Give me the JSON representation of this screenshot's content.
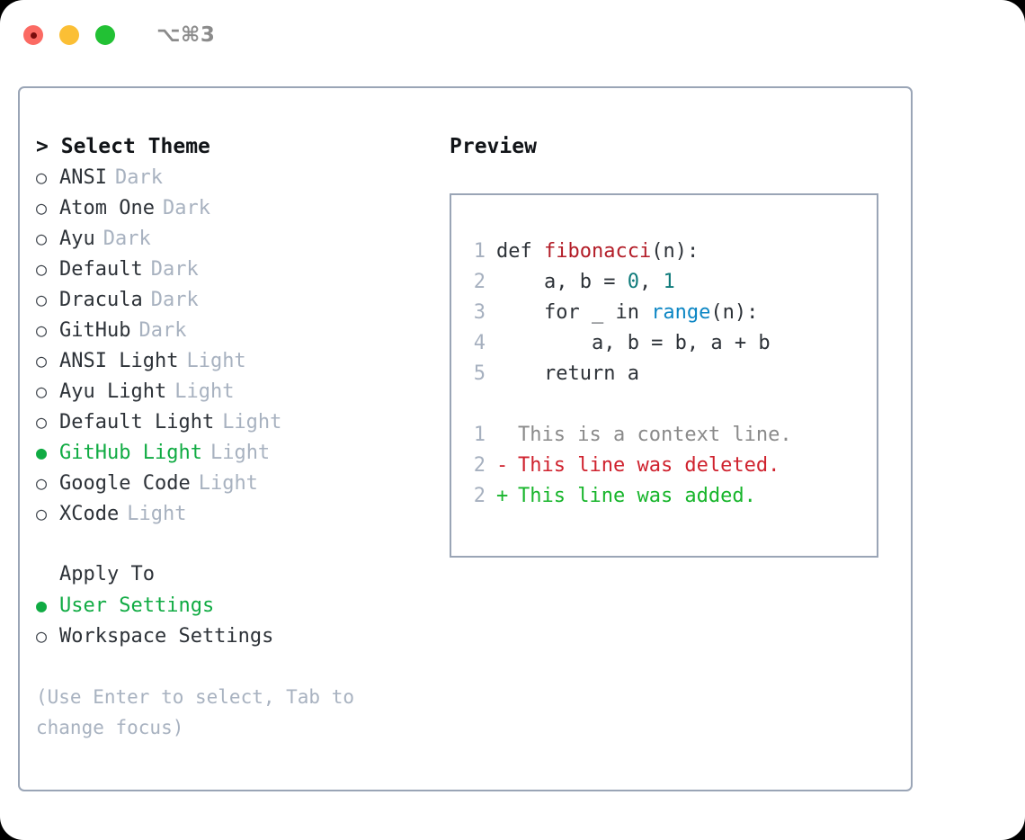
{
  "window": {
    "title": "⌥⌘3",
    "traffic_lights": [
      {
        "name": "close",
        "color": "#fb6a63"
      },
      {
        "name": "minimize",
        "color": "#fbbf35"
      },
      {
        "name": "maximize",
        "color": "#22c134"
      }
    ]
  },
  "theme_section": {
    "caret": ">",
    "header": "Select Theme",
    "selected_marker": "●",
    "unselected_marker": "○",
    "options": [
      {
        "marker": "○",
        "name": "ANSI",
        "category": "Dark",
        "selected": false
      },
      {
        "marker": "○",
        "name": "Atom One",
        "category": "Dark",
        "selected": false
      },
      {
        "marker": "○",
        "name": "Ayu",
        "category": "Dark",
        "selected": false
      },
      {
        "marker": "○",
        "name": "Default",
        "category": "Dark",
        "selected": false
      },
      {
        "marker": "○",
        "name": "Dracula",
        "category": "Dark",
        "selected": false
      },
      {
        "marker": "○",
        "name": "GitHub",
        "category": "Dark",
        "selected": false
      },
      {
        "marker": "○",
        "name": "ANSI Light",
        "category": "Light",
        "selected": false
      },
      {
        "marker": "○",
        "name": "Ayu Light",
        "category": "Light",
        "selected": false
      },
      {
        "marker": "○",
        "name": "Default Light",
        "category": "Light",
        "selected": false
      },
      {
        "marker": "●",
        "name": "GitHub Light",
        "category": "Light",
        "selected": true
      },
      {
        "marker": "○",
        "name": "Google Code",
        "category": "Light",
        "selected": false
      },
      {
        "marker": "○",
        "name": "XCode",
        "category": "Light",
        "selected": false
      }
    ]
  },
  "apply_section": {
    "header": "Apply To",
    "options": [
      {
        "marker": "●",
        "name": "User Settings",
        "selected": true
      },
      {
        "marker": "○",
        "name": "Workspace Settings",
        "selected": false
      }
    ]
  },
  "hint": "(Use Enter to select, Tab to change focus)",
  "preview": {
    "title": "Preview",
    "code_lines": [
      {
        "lineno": "1",
        "tokens": [
          {
            "text": "def ",
            "type": "plain"
          },
          {
            "text": "fibonacci",
            "type": "fn"
          },
          {
            "text": "(n):",
            "type": "plain"
          }
        ]
      },
      {
        "lineno": "2",
        "tokens": [
          {
            "text": "    a, b = ",
            "type": "plain"
          },
          {
            "text": "0",
            "type": "num"
          },
          {
            "text": ", ",
            "type": "plain"
          },
          {
            "text": "1",
            "type": "num"
          }
        ]
      },
      {
        "lineno": "3",
        "tokens": [
          {
            "text": "    for _ in ",
            "type": "plain"
          },
          {
            "text": "range",
            "type": "builtin"
          },
          {
            "text": "(n):",
            "type": "plain"
          }
        ]
      },
      {
        "lineno": "4",
        "tokens": [
          {
            "text": "        a, b = b, a + b",
            "type": "plain"
          }
        ]
      },
      {
        "lineno": "5",
        "tokens": [
          {
            "text": "    return a",
            "type": "plain"
          }
        ]
      }
    ],
    "diff_lines": [
      {
        "lineno": "1",
        "sign": " ",
        "text": "This is a context line.",
        "kind": "ctx"
      },
      {
        "lineno": "2",
        "sign": "-",
        "text": "This line was deleted.",
        "kind": "del"
      },
      {
        "lineno": "2",
        "sign": "+",
        "text": "This line was added.",
        "kind": "add"
      }
    ]
  },
  "colors": {
    "accent_green": "#10ab43",
    "border": "#9aa5b6",
    "muted": "#a8b2c0",
    "text": "#2d3238",
    "diff_add": "#17b52b",
    "diff_del": "#cf222e",
    "diff_ctx": "#8a8a8a",
    "syntax_fn": "#b31d28",
    "syntax_num": "#0f7b7b",
    "syntax_builtin": "#0c86c4"
  }
}
